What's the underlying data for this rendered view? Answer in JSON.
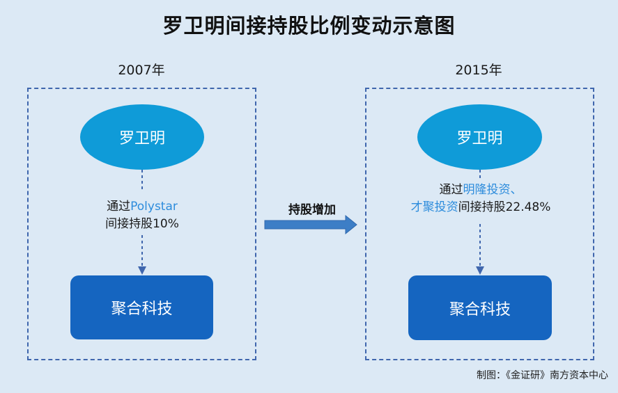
{
  "title": "罗卫明间接持股比例变动示意图",
  "left": {
    "year": "2007年",
    "person": "罗卫明",
    "desc_prefix": "通过",
    "desc_highlight": "Polystar",
    "desc_line2": "间接持股10%",
    "company": "聚合科技"
  },
  "middle": {
    "label": "持股增加"
  },
  "right": {
    "year": "2015年",
    "person": "罗卫明",
    "desc_prefix": "通过",
    "desc_highlight1": "明隆投资、",
    "desc_highlight2": "才聚投资",
    "desc_suffix": "间接持股22.48%",
    "company": "聚合科技"
  },
  "footer": "制图：《金证研》南方资本中心",
  "colors": {
    "background": "#dce9f5",
    "ellipse": "#0f9bd8",
    "company_box": "#1565c0",
    "dashed_border": "#3f66ad",
    "highlight_text": "#2d8cdc",
    "arrow": "#3d7ec6"
  }
}
